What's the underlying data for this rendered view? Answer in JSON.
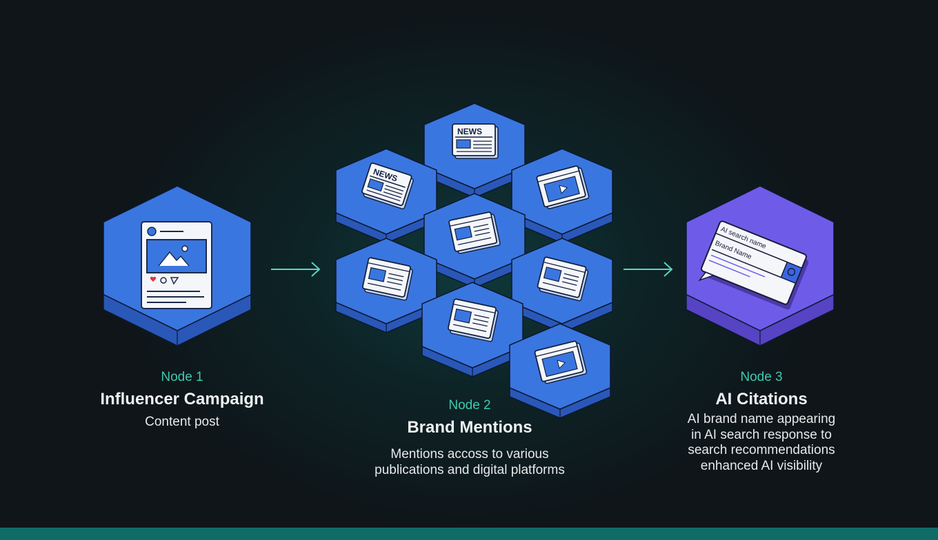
{
  "colors": {
    "background": "#0f1519",
    "hex_blue": "#3a76e0",
    "hex_blue_side": "#2a58b8",
    "hex_purple": "#6e5ce8",
    "hex_purple_side": "#5644c4",
    "accent_teal": "#3fc9b0",
    "bottom_bar": "#0f6b66"
  },
  "nodes": [
    {
      "label": "Node 1",
      "title": "Influencer Campaign",
      "description": [
        "Content post"
      ],
      "icon": "social-post-icon"
    },
    {
      "label": "Node 2",
      "title": "Brand Mentions",
      "description": [
        "Mentions accoss to various",
        "publications and digital platforms"
      ],
      "icon": "publications-cluster"
    },
    {
      "label": "Node 3",
      "title": "AI Citations",
      "description": [
        "AI brand name appearing",
        "in AI search response to",
        "search recommendations",
        "enhanced AI visibility"
      ],
      "icon": "ai-search-icon"
    }
  ],
  "icon_text": {
    "news": "NEWS",
    "ai_search_query": "AI search name",
    "ai_search_result": "Brand Name"
  },
  "arrows": [
    "arrow-right-icon",
    "arrow-right-icon"
  ]
}
